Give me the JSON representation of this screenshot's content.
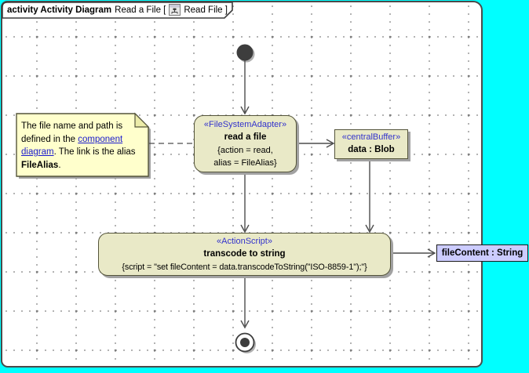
{
  "frame": {
    "kind_and_type_label": "activity Activity Diagram",
    "diagram_name_open": "Read a File [",
    "diagram_ref_label": "Read File ]",
    "tab_icon": "activity-diagram-icon"
  },
  "note": {
    "text_part1": "The file name and path is defined in the ",
    "link_text": "component diagram",
    "text_part2": ". The link is the alias ",
    "bold_text": "FileAlias",
    "text_part3": "."
  },
  "nodes": {
    "initial": {
      "type": "initial-node"
    },
    "read_file": {
      "stereotype": "«FileSystemAdapter»",
      "name": "read a file",
      "tag_line1": "{action = read,",
      "tag_line2": "alias = FileAlias}"
    },
    "central_buffer": {
      "stereotype": "«centralBuffer»",
      "name": "data : Blob"
    },
    "transcode": {
      "stereotype": "«ActionScript»",
      "name": "transcode to string",
      "script": "{script = \"set fileContent = data.transcodeToString(\"ISO-8859-1\");\"}"
    },
    "file_content_pin": {
      "label": "fileContent : String"
    },
    "final": {
      "type": "activity-final-node"
    }
  },
  "colors": {
    "desktop_background": "#00FFFF",
    "canvas_background": "#FFFFFF",
    "node_fill": "#E9E9C7",
    "note_fill": "#FFFFCC",
    "pin_fill": "#CCCCFF",
    "stereotype_text": "#3333CC",
    "edge_stroke": "#4d4d4d"
  }
}
